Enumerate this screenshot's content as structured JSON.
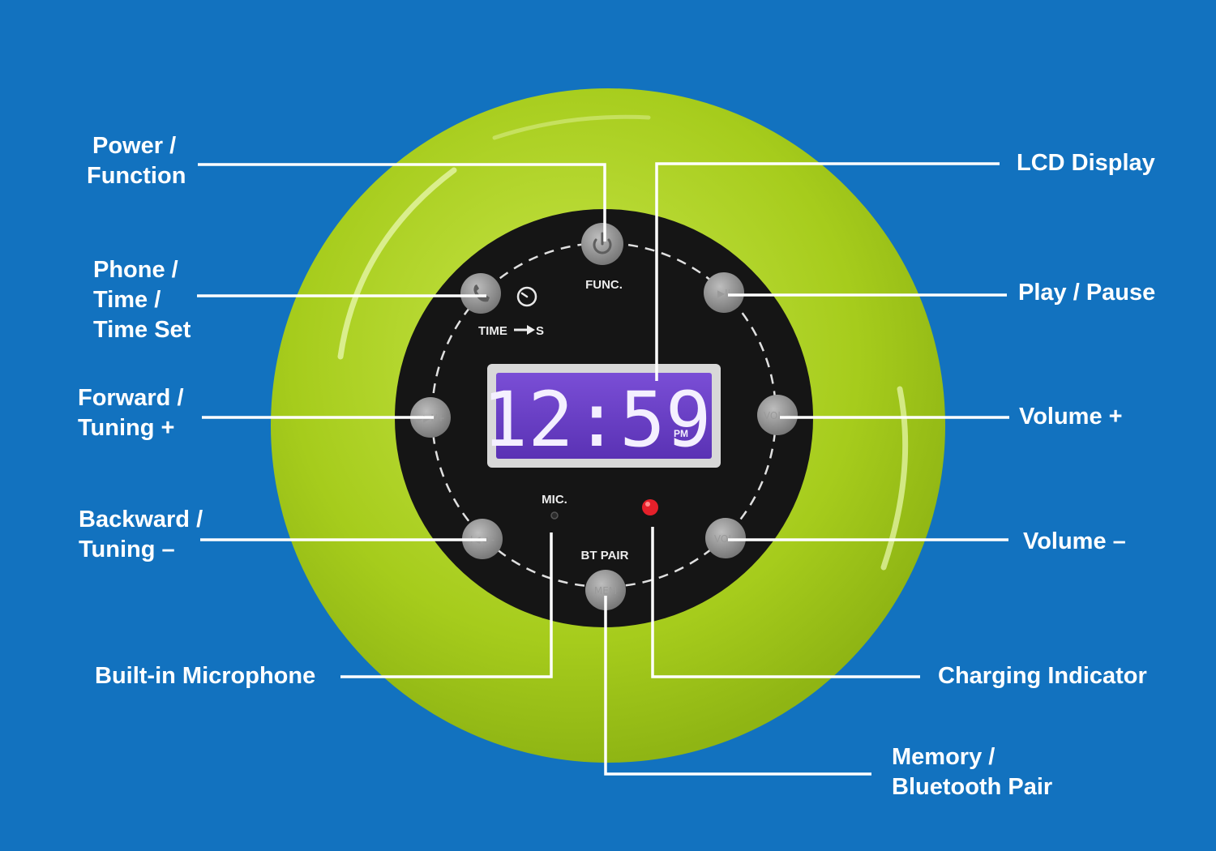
{
  "device": {
    "body_color": "#a6cc1c",
    "face_color": "#151515",
    "lcd_color": "#6a3fc8",
    "led_color": "#e5202a",
    "background_color": "#1272bf",
    "lcd": {
      "time": "12:59",
      "ampm": "PM"
    },
    "buttons": {
      "power": {
        "icon": "power-icon"
      },
      "phone": {
        "icon": "phone-icon"
      },
      "play_pause": {
        "icon": "play-pause-icon",
        "glyph": "▶II"
      },
      "forward": {
        "glyph": "▶▶I/+"
      },
      "volume_up": {
        "glyph": "VOL+"
      },
      "backward": {
        "glyph": "I◀◀/-"
      },
      "volume_down": {
        "glyph": "VOL-"
      },
      "memory": {
        "glyph": "MEM"
      }
    },
    "labels": {
      "func": "FUNC.",
      "time_set_prefix": "TIME",
      "time_set_suffix": "S",
      "mic": "MIC.",
      "bt_pair": "BT PAIR"
    },
    "clock_icon": "clock-icon"
  },
  "callouts": {
    "power_function": {
      "line1": "Power /",
      "line2": "Function"
    },
    "phone_time": {
      "line1": "Phone /",
      "line2": "Time /",
      "line3": "Time Set"
    },
    "forward_tuning": {
      "line1": "Forward /",
      "line2": "Tuning +"
    },
    "backward_tuning": {
      "line1": "Backward /",
      "line2": "Tuning  –"
    },
    "built_in_mic": {
      "line1": "Built-in Microphone"
    },
    "lcd_display": {
      "line1": "LCD Display"
    },
    "play_pause": {
      "line1": "Play / Pause"
    },
    "volume_up": {
      "line1": "Volume +"
    },
    "volume_down": {
      "line1": "Volume  –"
    },
    "charging": {
      "line1": "Charging Indicator"
    },
    "memory_bt": {
      "line1": "Memory /",
      "line2": "Bluetooth Pair"
    }
  }
}
